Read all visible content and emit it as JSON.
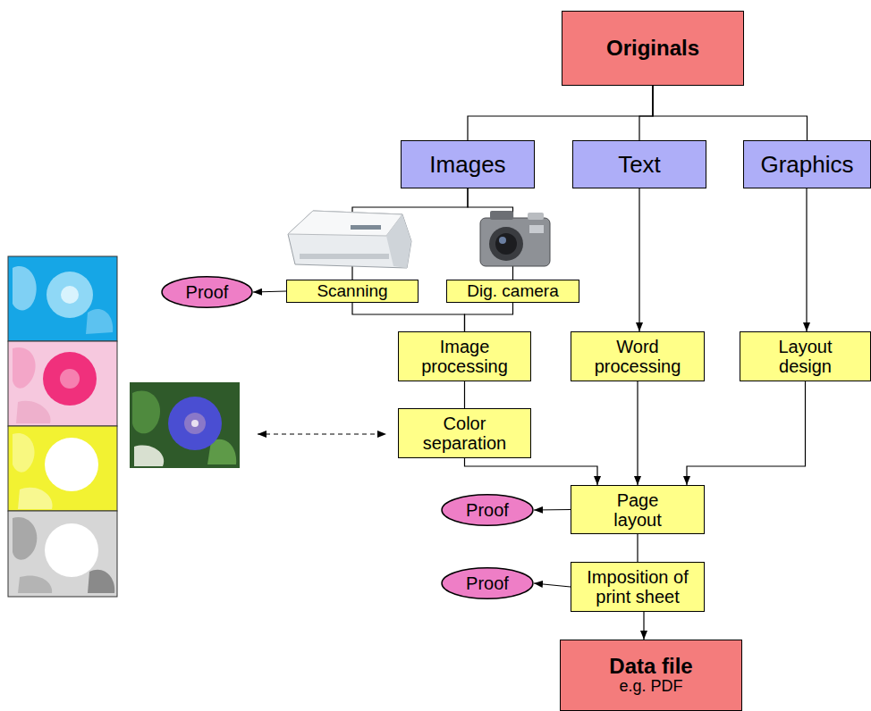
{
  "diagram": {
    "nodes": [
      {
        "text": [
          "Originals"
        ]
      },
      {
        "text": [
          "Images"
        ]
      },
      {
        "text": [
          "Text"
        ]
      },
      {
        "text": [
          "Graphics"
        ]
      },
      {
        "text": [
          "Proof"
        ]
      },
      {
        "text": [
          "Scanning"
        ]
      },
      {
        "text": [
          "Dig. camera"
        ]
      },
      {
        "text": [
          "Image processing"
        ]
      },
      {
        "text": [
          "Word processing"
        ]
      },
      {
        "text": [
          "Layout design"
        ]
      },
      {
        "text": [
          "Color separation"
        ]
      },
      {
        "text": [
          "Page layout"
        ]
      },
      {
        "text": [
          "Proof"
        ]
      },
      {
        "text": [
          "Imposition of print sheet"
        ]
      },
      {
        "text": [
          "Proof"
        ]
      },
      {
        "text": [
          "Data file",
          "e.g. PDF"
        ]
      }
    ],
    "edges": [
      {
        "from": 0,
        "to": 1,
        "arrow": "none"
      },
      {
        "from": 0,
        "to": 2,
        "arrow": "none"
      },
      {
        "from": 0,
        "to": 3,
        "arrow": "none"
      },
      {
        "from": 1,
        "to": 5,
        "arrow": "none"
      },
      {
        "from": 1,
        "to": 6,
        "arrow": "none"
      },
      {
        "from": 5,
        "to": 4,
        "arrow": "to"
      },
      {
        "from": 5,
        "to": 7,
        "arrow": "none"
      },
      {
        "from": 6,
        "to": 7,
        "arrow": "none"
      },
      {
        "from": 2,
        "to": 8,
        "arrow": "to"
      },
      {
        "from": 3,
        "to": 9,
        "arrow": "to"
      },
      {
        "from": 7,
        "to": 10,
        "arrow": "none"
      },
      {
        "from": 10,
        "to": 11,
        "arrow": "to"
      },
      {
        "from": 8,
        "to": 11,
        "arrow": "to"
      },
      {
        "from": 9,
        "to": 11,
        "arrow": "to"
      },
      {
        "from": 11,
        "to": 12,
        "arrow": "to"
      },
      {
        "from": 11,
        "to": 13,
        "arrow": "none"
      },
      {
        "from": 13,
        "to": 14,
        "arrow": "to"
      },
      {
        "from": 13,
        "to": 15,
        "arrow": "to"
      }
    ]
  }
}
